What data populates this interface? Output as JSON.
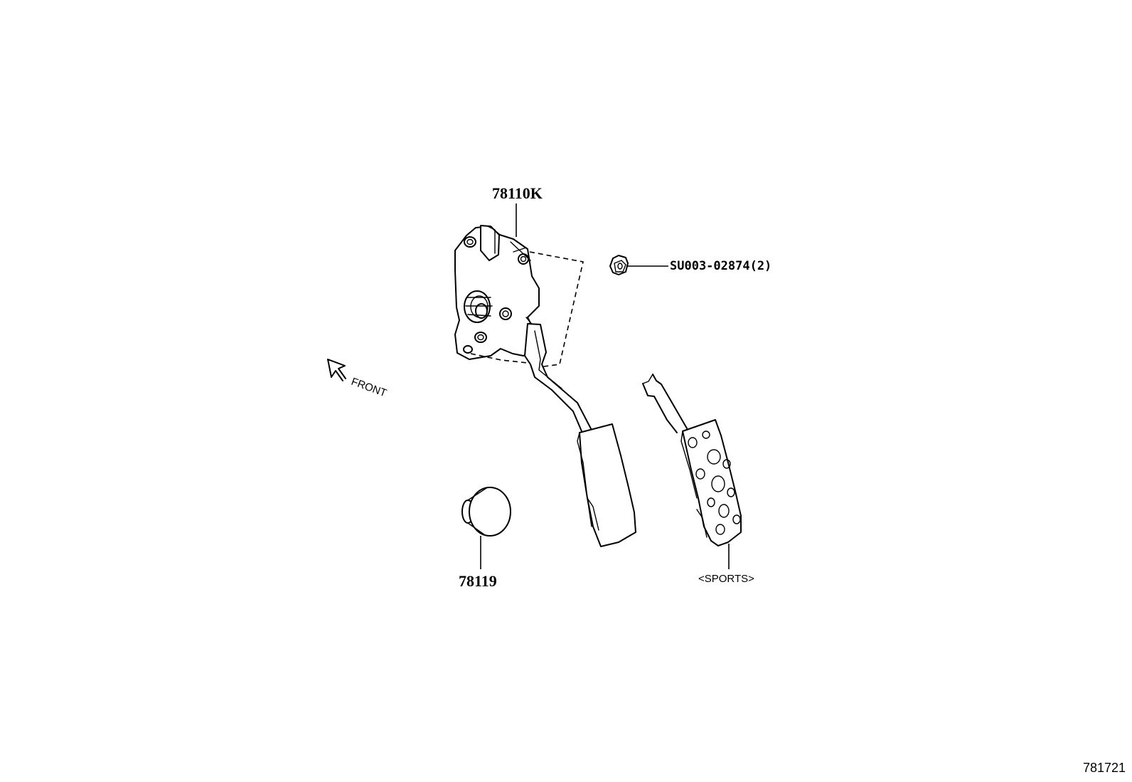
{
  "diagram": {
    "labels": {
      "pedal_assembly": "78110K",
      "bolt": "SU003-02874(2)",
      "stopper": "78119",
      "sports_variant": "<SPORTS>",
      "front_direction": "FRONT",
      "diagram_ref": "781721"
    },
    "icons": {
      "front_arrow": "arrow-up-left-icon"
    }
  }
}
